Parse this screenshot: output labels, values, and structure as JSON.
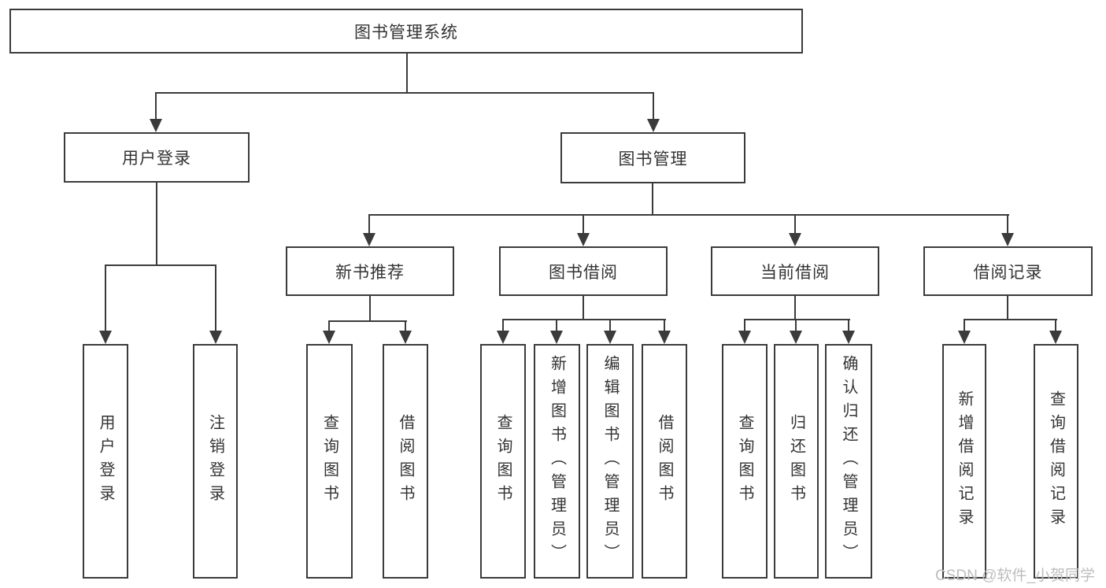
{
  "colors": {
    "line": "#3b3b3b",
    "text": "#333333",
    "box_background": "#ffffff",
    "page_background": "#ffffff",
    "watermark": "#bdbdbd"
  },
  "diagram": {
    "root": {
      "label": "图书管理系统"
    },
    "level2": [
      {
        "label": "用户登录"
      },
      {
        "label": "图书管理"
      }
    ],
    "level3": [
      {
        "label": "新书推荐"
      },
      {
        "label": "图书借阅"
      },
      {
        "label": "当前借阅"
      },
      {
        "label": "借阅记录"
      }
    ],
    "leaves": {
      "login": [
        "用户登录",
        "注销登录"
      ],
      "new_books": [
        "查询图书",
        "借阅图书"
      ],
      "book_borrow": [
        "查询图书",
        "新增图书（管理员）",
        "编辑图书（管理员）",
        "借阅图书"
      ],
      "current_borrow": [
        "查询图书",
        "归还图书",
        "确认归还（管理员）"
      ],
      "borrow_records": [
        "新增借阅记录",
        "查询借阅记录"
      ]
    }
  },
  "watermark": {
    "text": "CSDN @软件_小贺同学"
  }
}
